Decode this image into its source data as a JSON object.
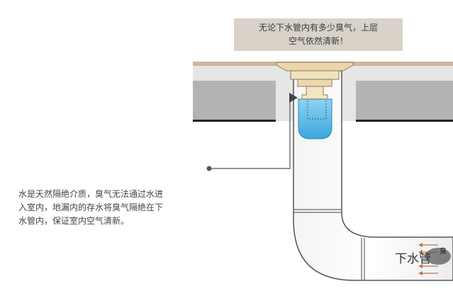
{
  "callout": {
    "lines": [
      "无论下水管内有多少臭气，上层",
      "空气依然清新！"
    ]
  },
  "note": {
    "lines": [
      "水是天然隔绝介质，臭气无法通过水进",
      "入室内，地漏内的存水将臭气隔绝在下",
      "水管内，保证室内空气清新。"
    ]
  },
  "pipe": {
    "label": "下水管",
    "smell_label": "臭"
  },
  "colors": {
    "callout_bg": "#d8d2c8",
    "floor_tile": "#c9b79f",
    "slab": "#b3b3b3",
    "water": "#5bb8e6",
    "brass": "#e9d3a5",
    "arrow": "#c0754a"
  }
}
